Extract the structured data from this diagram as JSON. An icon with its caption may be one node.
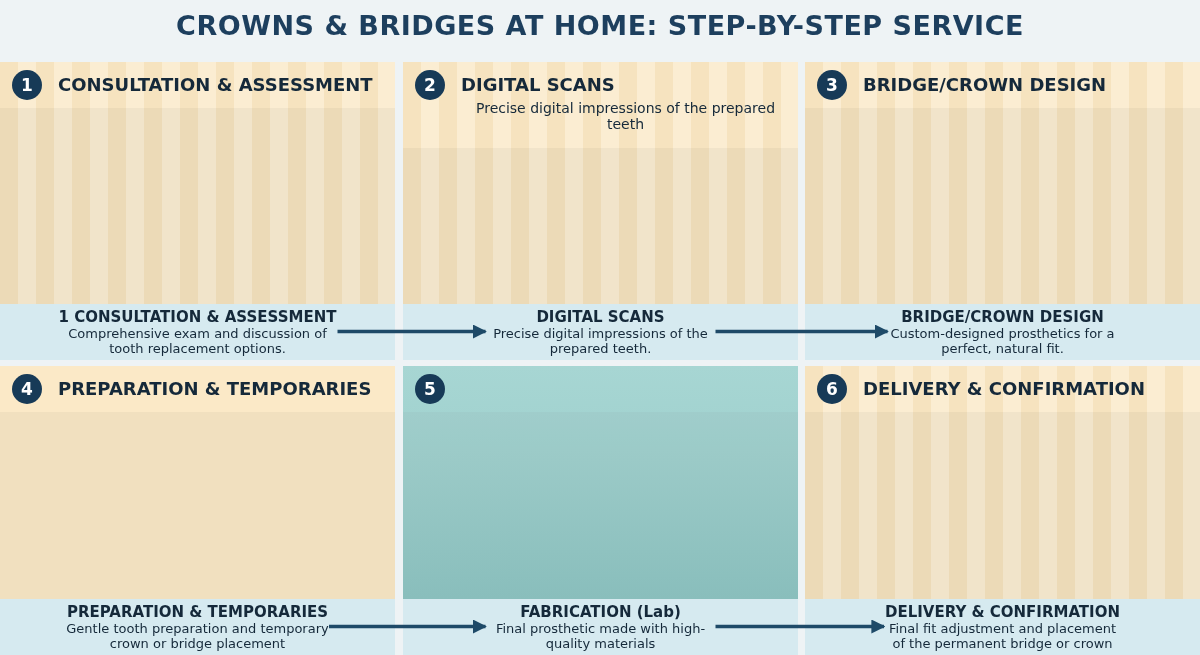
{
  "diagram": {
    "title": "CROWNS & BRIDGES AT HOME: STEP-BY-STEP SERVICE",
    "nodes": [
      {
        "text": [
          "1",
          "CONSULTATION & ASSESSMENT"
        ]
      },
      {
        "text": [
          "1 CONSULTATION & ASSESSMENT",
          "Comprehensive exam and discussion of tooth replacement options."
        ],
        "in": 0
      },
      {
        "text": [
          "2",
          "DIGITAL SCANS",
          "Precise digital impressions of the prepared teeth"
        ]
      },
      {
        "text": [
          "DIGITAL SCANS",
          "Precise digital impressions of the prepared teeth."
        ],
        "in": 2
      },
      {
        "text": [
          "3",
          "BRIDGE/CROWN DESIGN"
        ]
      },
      {
        "text": [
          "BRIDGE/CROWN DESIGN",
          "Custom-designed prosthetics for a perfect, natural fit."
        ],
        "in": 4
      },
      {
        "text": [
          "4",
          "PREPARATION & TEMPORARIES"
        ]
      },
      {
        "text": [
          "PREPARATION & TEMPORARIES",
          "Gentle tooth preparation and temporary crown or bridge placement"
        ],
        "in": 6
      },
      {
        "text": [
          "5"
        ]
      },
      {
        "text": [
          "FABRICATION (Lab)",
          "Final prosthetic made with high-quality materials"
        ],
        "in": 8
      },
      {
        "text": [
          "6",
          "DELIVERY & CONFIRMATION"
        ]
      },
      {
        "text": [
          "DELIVERY & CONFIRMATION",
          "Final fit adjustment and placement of the permanent bridge or crown"
        ],
        "in": 10
      }
    ],
    "edges": [
      {
        "from": 1,
        "to": 3,
        "arrow": "to"
      },
      {
        "from": 3,
        "to": 5,
        "arrow": "to"
      },
      {
        "from": 7,
        "to": 9,
        "arrow": "to"
      },
      {
        "from": 9,
        "to": 11,
        "arrow": "to"
      }
    ]
  }
}
